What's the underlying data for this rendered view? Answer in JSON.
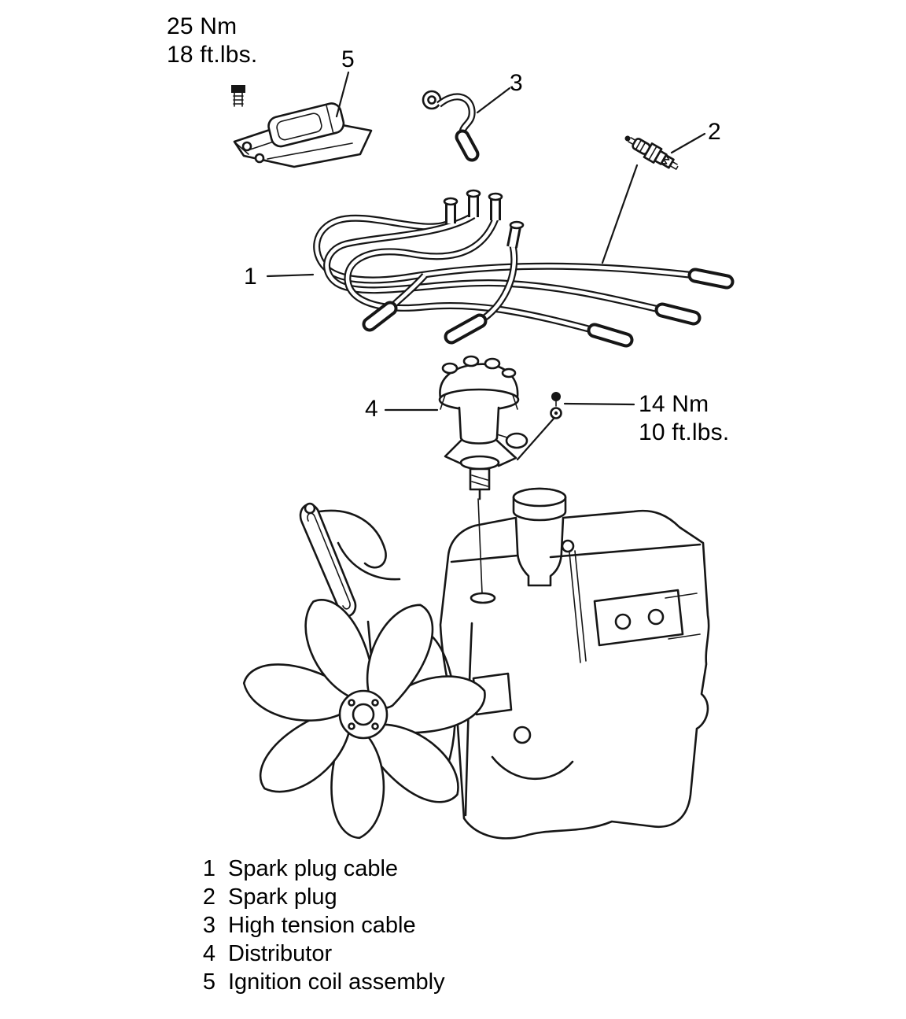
{
  "torque": {
    "coil_bolt": {
      "line1": "25 Nm",
      "line2": "18 ft.lbs."
    },
    "distributor_bolt": {
      "line1": "14 Nm",
      "line2": "10 ft.lbs."
    }
  },
  "callouts": {
    "spark_plug_cable": "1",
    "spark_plug": "2",
    "high_tension_cable": "3",
    "distributor": "4",
    "ignition_coil_assembly": "5"
  },
  "legend": {
    "items": [
      {
        "num": "1",
        "label": "Spark plug cable"
      },
      {
        "num": "2",
        "label": "Spark plug"
      },
      {
        "num": "3",
        "label": "High tension cable"
      },
      {
        "num": "4",
        "label": "Distributor"
      },
      {
        "num": "5",
        "label": "Ignition coil assembly"
      }
    ]
  }
}
